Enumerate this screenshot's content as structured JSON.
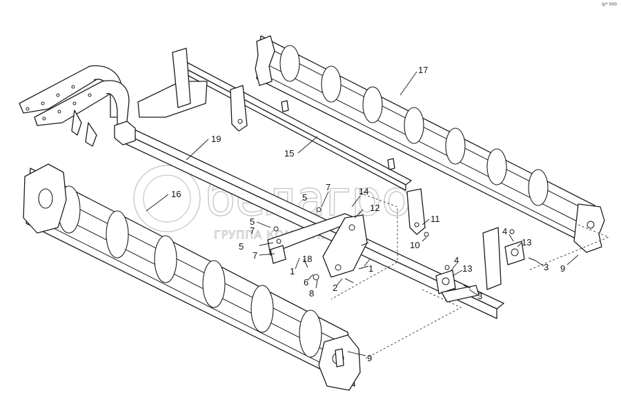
{
  "diagram": {
    "corner_code": "ip* 000",
    "watermark": {
      "brand": "белагро",
      "subtitle": "ГРУППА КОМПАНИЙ"
    },
    "callouts": [
      {
        "id": "c17a",
        "text": "17"
      },
      {
        "id": "c15",
        "text": "15"
      },
      {
        "id": "c19",
        "text": "19"
      },
      {
        "id": "c16",
        "text": "16"
      },
      {
        "id": "c7a",
        "text": "7"
      },
      {
        "id": "c14",
        "text": "14"
      },
      {
        "id": "c5a",
        "text": "5"
      },
      {
        "id": "c12",
        "text": "12"
      },
      {
        "id": "c5b",
        "text": "5"
      },
      {
        "id": "c7b",
        "text": "7"
      },
      {
        "id": "c5c",
        "text": "5"
      },
      {
        "id": "c7c",
        "text": "7"
      },
      {
        "id": "c18",
        "text": "18"
      },
      {
        "id": "c1a",
        "text": "1"
      },
      {
        "id": "c1b",
        "text": "1"
      },
      {
        "id": "c6",
        "text": "6"
      },
      {
        "id": "c2",
        "text": "2"
      },
      {
        "id": "c8",
        "text": "8"
      },
      {
        "id": "c11",
        "text": "11"
      },
      {
        "id": "c10",
        "text": "10"
      },
      {
        "id": "c4a",
        "text": "4"
      },
      {
        "id": "c13a",
        "text": "13"
      },
      {
        "id": "c3a",
        "text": "3"
      },
      {
        "id": "c9a",
        "text": "9"
      },
      {
        "id": "c4b",
        "text": "4"
      },
      {
        "id": "c13b",
        "text": "13"
      },
      {
        "id": "c3b",
        "text": "3"
      },
      {
        "id": "c9b",
        "text": "9"
      }
    ]
  }
}
